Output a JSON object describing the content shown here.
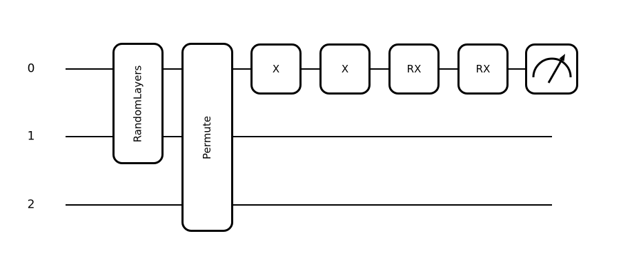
{
  "diagram": {
    "type": "quantum-circuit",
    "background_color": "#ffffff",
    "stroke_color": "#000000",
    "num_wires": 3
  },
  "wires": [
    {
      "label": "0"
    },
    {
      "label": "1"
    },
    {
      "label": "2"
    }
  ],
  "gates": [
    {
      "label": "RandomLayers",
      "wires": "0-1",
      "orientation": "vertical"
    },
    {
      "label": "Permute",
      "wires": "0-2",
      "orientation": "vertical"
    },
    {
      "label": "X",
      "wires": "0",
      "orientation": "horizontal"
    },
    {
      "label": "X",
      "wires": "0",
      "orientation": "horizontal"
    },
    {
      "label": "RX",
      "wires": "0",
      "orientation": "horizontal"
    },
    {
      "label": "RX",
      "wires": "0",
      "orientation": "horizontal"
    }
  ],
  "measurement": {
    "wire": "0",
    "icon": "measure-gauge-icon"
  }
}
